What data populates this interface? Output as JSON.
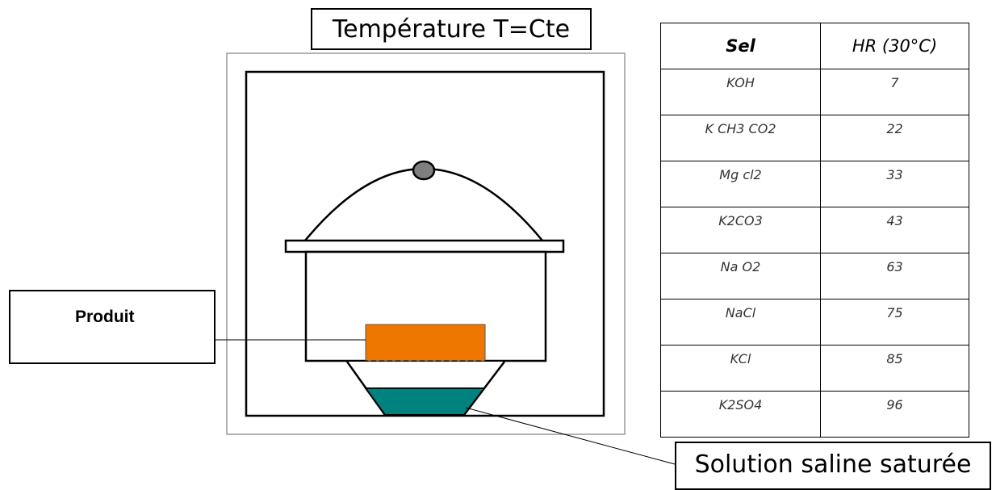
{
  "title": "Température T=Cte",
  "labels": {
    "produit": "Produit",
    "solution": "Solution saline saturée"
  },
  "table": {
    "headers": [
      "Sel",
      "HR (30°C)"
    ],
    "rows": [
      [
        "KOH",
        "7"
      ],
      [
        "K CH3 CO2",
        "22"
      ],
      [
        "Mg cl2",
        "33"
      ],
      [
        "K2CO3",
        "43"
      ],
      [
        "Na O2",
        "63"
      ],
      [
        "NaCl",
        "75"
      ],
      [
        "KCl",
        "85"
      ],
      [
        "K2SO4",
        "96"
      ]
    ]
  },
  "colors": {
    "product": "#ee7700",
    "solution": "#00827f",
    "knob": "#7f7f7f",
    "outer_frame": "#999999"
  }
}
